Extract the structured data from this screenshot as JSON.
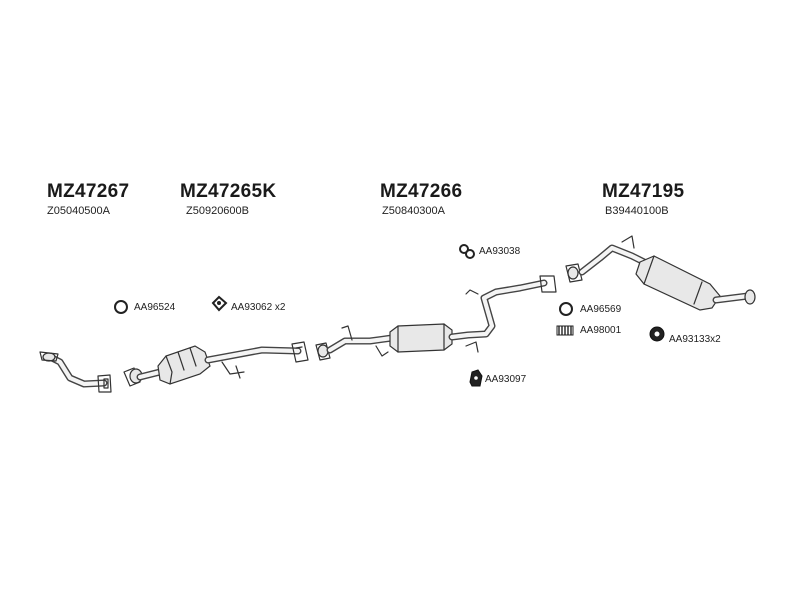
{
  "assemblies": [
    {
      "code": "MZ47267",
      "oem": "Z05040500A"
    },
    {
      "code": "MZ47265K",
      "oem": "Z50920600B"
    },
    {
      "code": "MZ47266",
      "oem": "Z50840300A"
    },
    {
      "code": "MZ47195",
      "oem": "B39440100B"
    }
  ],
  "parts": [
    {
      "code": "AA96524",
      "icon": "gasket-ring-icon"
    },
    {
      "code": "AA93062 x2",
      "icon": "flange-gasket-icon"
    },
    {
      "code": "AA93038",
      "icon": "rubber-hanger-icon"
    },
    {
      "code": "AA96569",
      "icon": "gasket-ring-icon"
    },
    {
      "code": "AA98001",
      "icon": "spring-bolt-icon"
    },
    {
      "code": "AA93133x2",
      "icon": "rubber-mount-icon"
    },
    {
      "code": "AA93097",
      "icon": "rubber-hanger-icon"
    }
  ]
}
